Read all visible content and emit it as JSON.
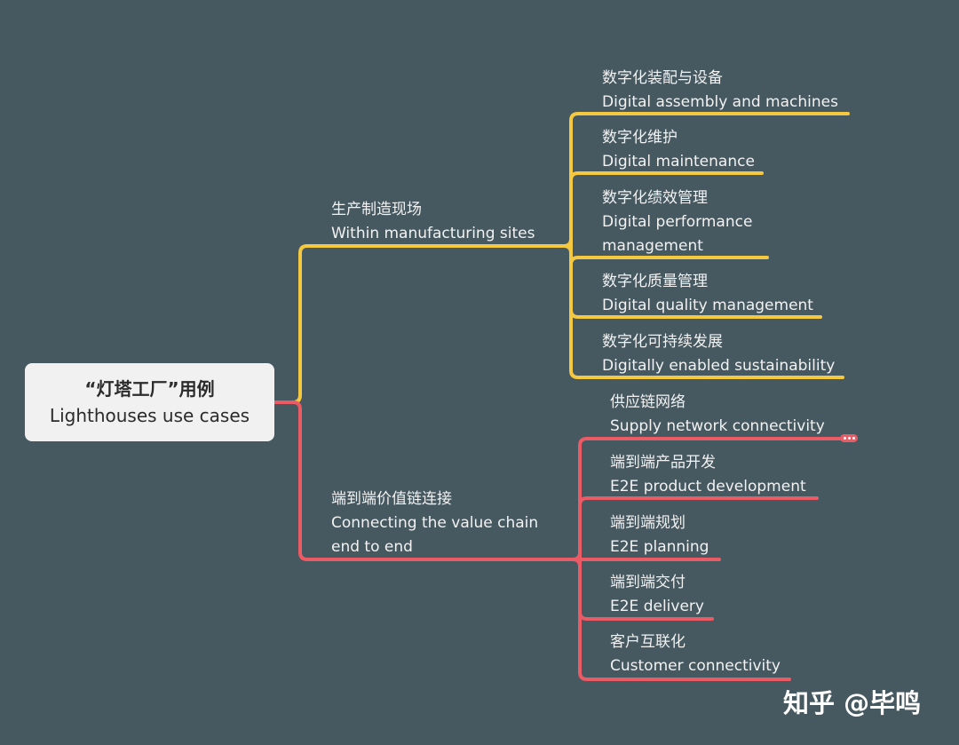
{
  "root": {
    "zh": "“灯塔工厂”用例",
    "en": "Lighthouses use cases"
  },
  "branches": [
    {
      "zh": "生产制造现场",
      "en": [
        "Within manufacturing sites"
      ],
      "color": "#f5c842",
      "children": [
        {
          "zh": "数字化装配与设备",
          "en": [
            "Digital assembly and machines"
          ]
        },
        {
          "zh": "数字化维护",
          "en": [
            "Digital maintenance"
          ]
        },
        {
          "zh": "数字化绩效管理",
          "en": [
            "Digital performance",
            "management"
          ]
        },
        {
          "zh": "数字化质量管理",
          "en": [
            "Digital quality management"
          ]
        },
        {
          "zh": "数字化可持续发展",
          "en": [
            "Digitally enabled sustainability"
          ]
        }
      ]
    },
    {
      "zh": "端到端价值链连接",
      "en": [
        "Connecting the value chain",
        "end to end"
      ],
      "color": "#ea5b66",
      "children": [
        {
          "zh": "供应链网络",
          "en": [
            "Supply network connectivity"
          ]
        },
        {
          "zh": "端到端产品开发",
          "en": [
            "E2E product development"
          ]
        },
        {
          "zh": "端到端规划",
          "en": [
            "E2E planning"
          ]
        },
        {
          "zh": "端到端交付",
          "en": [
            "E2E delivery"
          ]
        },
        {
          "zh": "客户互联化",
          "en": [
            "Customer connectivity"
          ]
        }
      ]
    }
  ],
  "watermark": "知乎 @毕鸣",
  "colors": {
    "background": "#465860",
    "root_box": "#f1f1f1",
    "text": "#f2f2f2"
  },
  "icons": [
    "more-dots-icon"
  ]
}
